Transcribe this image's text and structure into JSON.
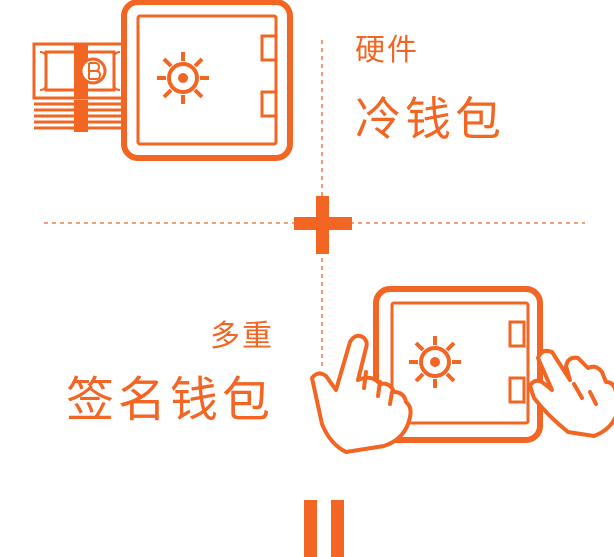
{
  "colors": {
    "accent": "#f26522"
  },
  "hardware_wallet": {
    "subtitle": "硬件",
    "title": "冷钱包",
    "icons": [
      "cash-bundle-icon",
      "bitcoin-icon",
      "safe-icon"
    ]
  },
  "operator": "+",
  "multisig_wallet": {
    "subtitle": "多重",
    "title": "签名钱包",
    "icons": [
      "safe-icon",
      "left-hand-icon",
      "right-hand-icon"
    ]
  },
  "result_operator": "="
}
